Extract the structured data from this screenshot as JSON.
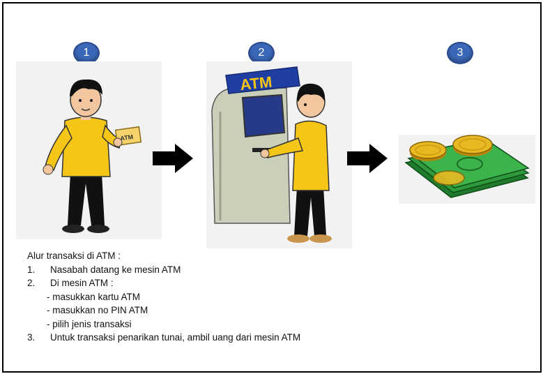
{
  "steps": [
    {
      "number": "1",
      "image": "person-holding-atm-card"
    },
    {
      "number": "2",
      "image": "person-using-atm-machine"
    },
    {
      "number": "3",
      "image": "money-bills-and-coins"
    }
  ],
  "card_label": "ATM",
  "machine_sign": "ATM",
  "colors": {
    "badge": "#3b67b8",
    "shirt": "#f5c518",
    "money": "#2e9a3b",
    "coin": "#e8b923",
    "atm_body": "#c9cfb9",
    "atm_sign": "#1f3fa3"
  },
  "description": {
    "intro": "Alur transaksi di ATM :",
    "items": [
      {
        "num": "1.",
        "text": "Nasabah datang ke mesin ATM"
      },
      {
        "num": "2.",
        "text": "Di mesin ATM :"
      }
    ],
    "subitems": [
      "- masukkan kartu ATM",
      "- masukkan no PIN ATM",
      "- pilih jenis transaksi"
    ],
    "last_item": {
      "num": "3.",
      "text": "Untuk transaksi penarikan tunai, ambil uang dari mesin ATM"
    }
  }
}
